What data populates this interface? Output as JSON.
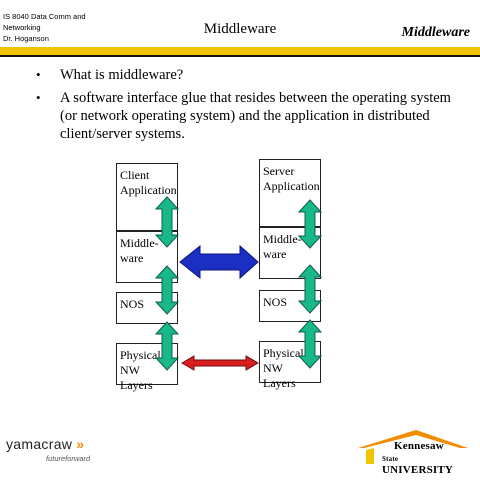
{
  "header": {
    "course_lines": [
      "IS 8040 Data Comm and",
      "Networking",
      "Dr. Hoganson"
    ],
    "title": "Middleware",
    "section": "Middleware"
  },
  "bullets": [
    "What is middleware?",
    "A software interface glue that resides between the operating system (or network operating system) and the application in distributed client/server systems."
  ],
  "diagram": {
    "client": {
      "layers": [
        [
          "Client",
          "Application"
        ],
        [
          "Middle-",
          "ware"
        ],
        [
          "NOS"
        ],
        [
          "Physical",
          "NW Layers"
        ]
      ]
    },
    "server": {
      "layers": [
        [
          "Server",
          "Application"
        ],
        [
          "Middle-",
          "ware"
        ],
        [
          "NOS"
        ],
        [
          "Physical",
          "NW Layers"
        ]
      ]
    },
    "colors": {
      "vertical_arrow": "#18b88a",
      "middleware_arrow": "#1c2fc4",
      "physical_arrow": "#d81e1e"
    }
  },
  "footer": {
    "left_brand": "yamacraw",
    "left_brand_mark": "»",
    "left_tagline": "futureforward",
    "right_logo_line1": "Kennesaw",
    "right_logo_line2_small": "State",
    "right_logo_line2": "UNIVERSITY",
    "accent": "#f2c300",
    "logo_accent": "#f28c00"
  }
}
